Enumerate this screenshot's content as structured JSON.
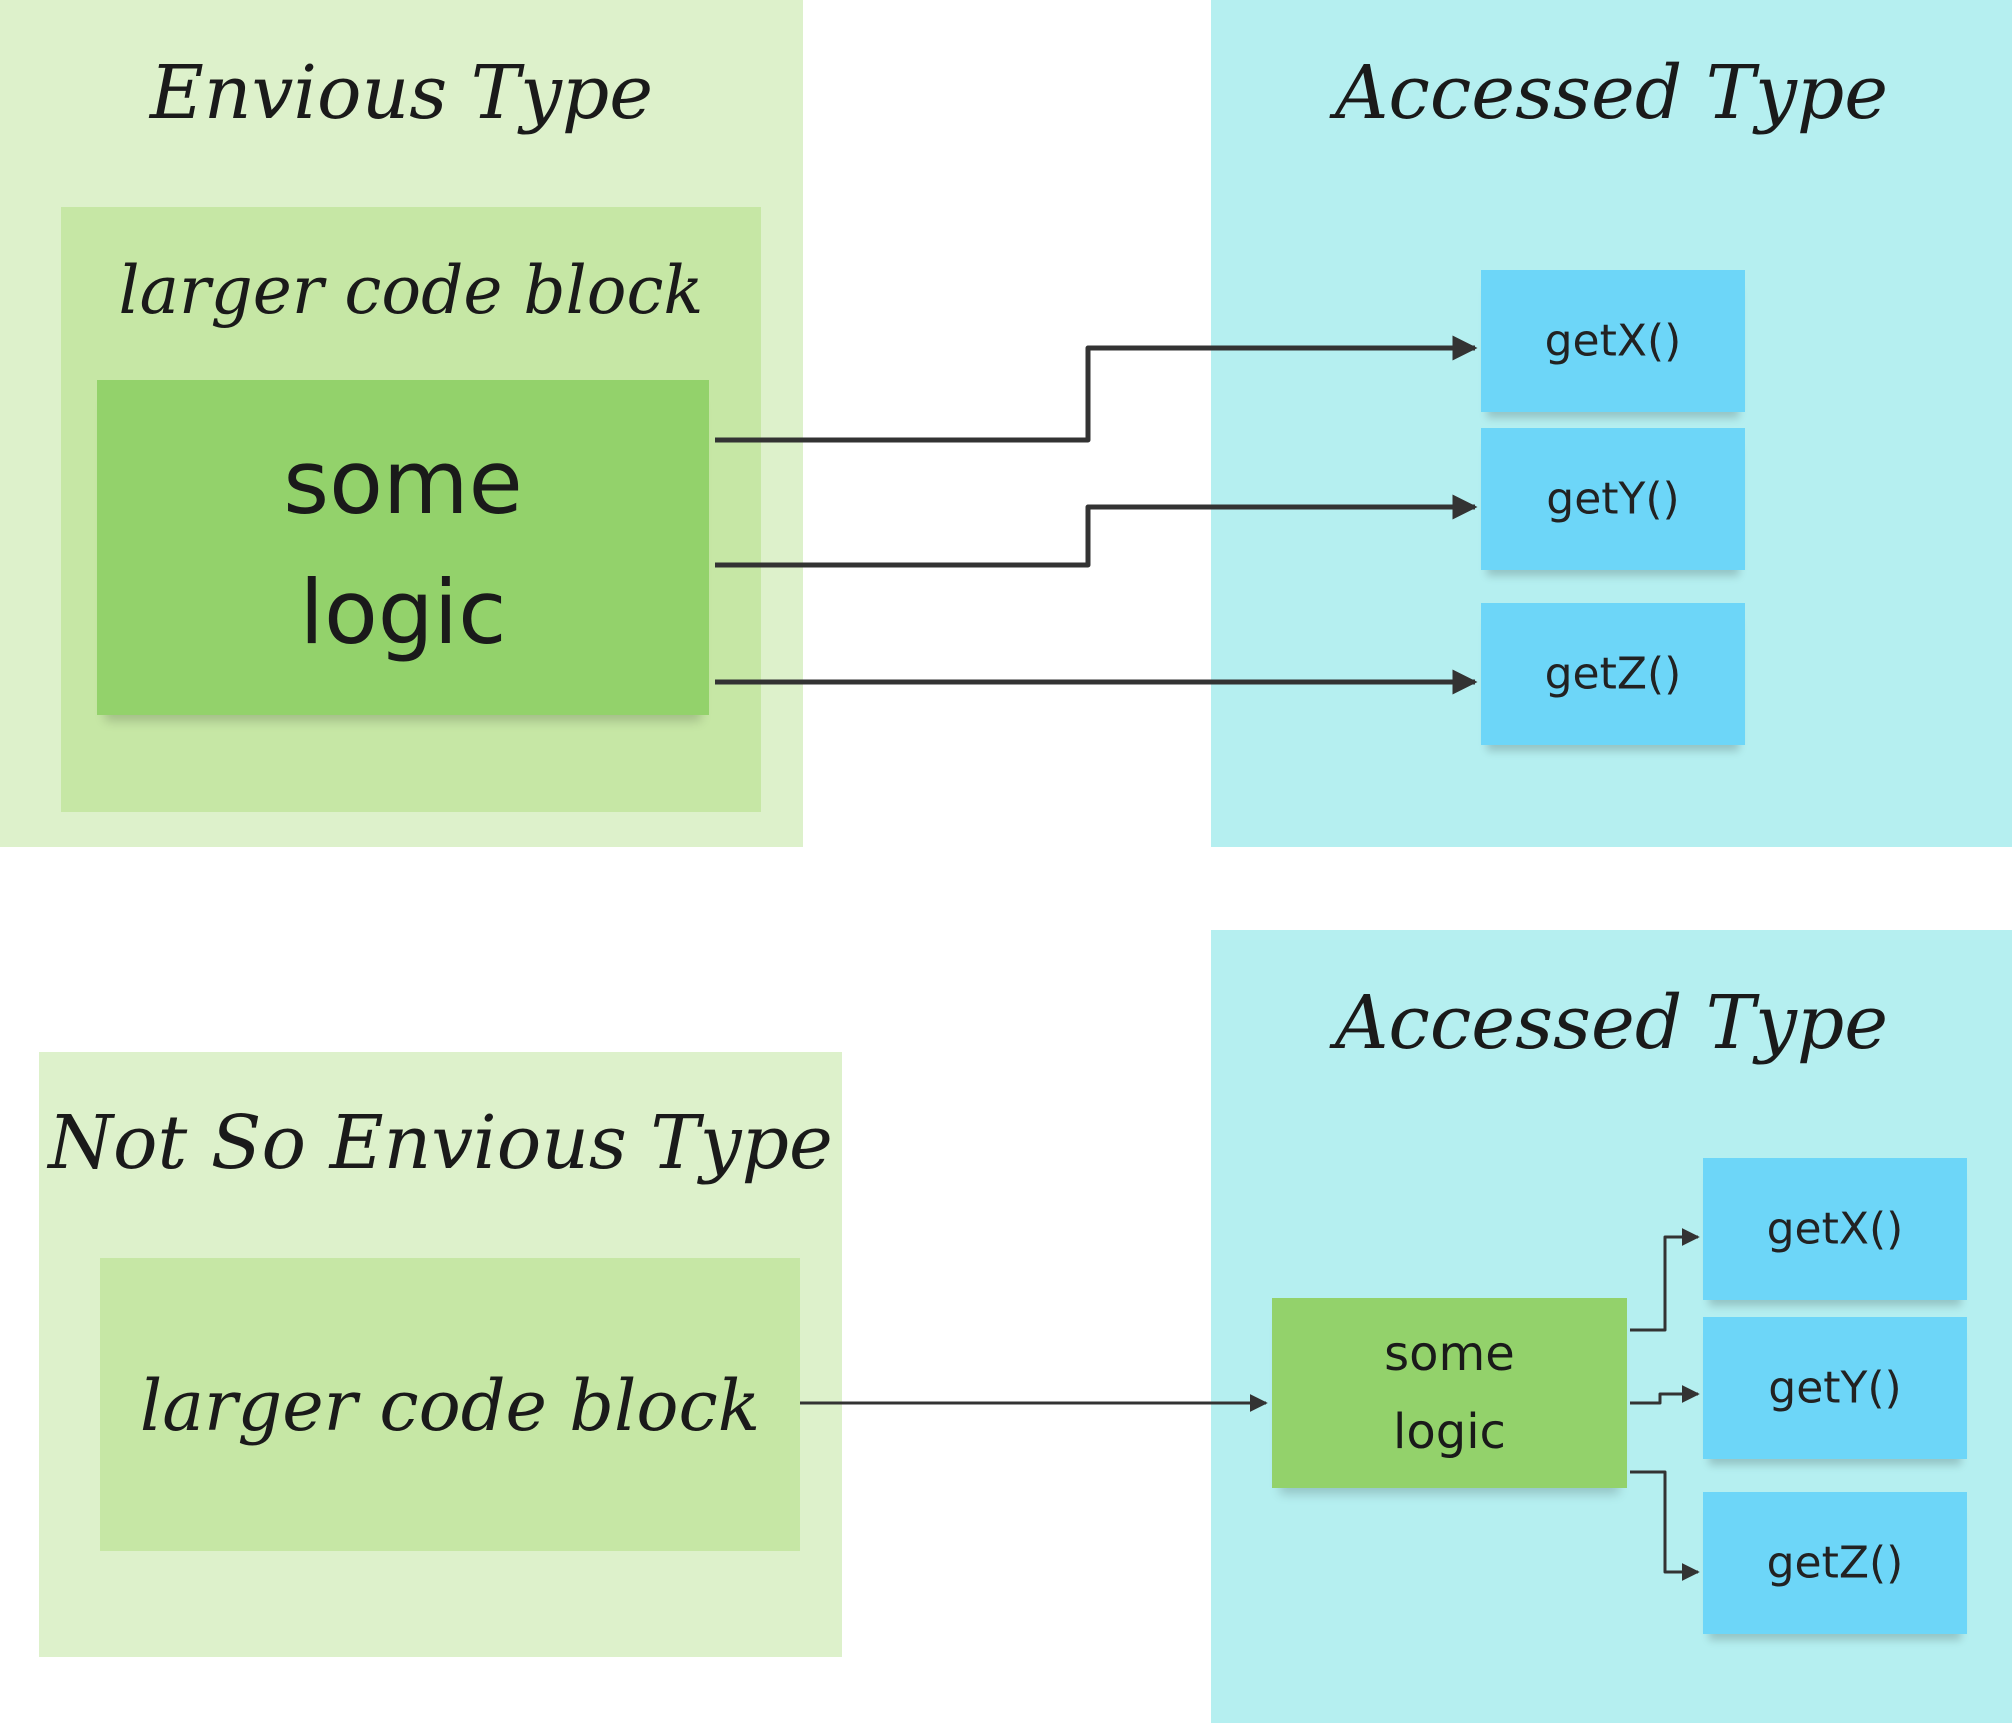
{
  "top": {
    "envious_title": "Envious Type",
    "larger_code_block": "larger code block",
    "logic_line1": "some",
    "logic_line2": "logic",
    "accessed_title": "Accessed Type",
    "methods": [
      "getX()",
      "getY()",
      "getZ()"
    ]
  },
  "bottom": {
    "not_envious_title": "Not So Envious Type",
    "larger_code_block": "larger code block",
    "accessed_title": "Accessed Type",
    "logic_line1": "some",
    "logic_line2": "logic",
    "methods": [
      "getX()",
      "getY()",
      "getZ()"
    ]
  },
  "colors": {
    "green_region": "#ddf1cb",
    "green_block": "#c6e7a5",
    "green_sticky": "#93d26b",
    "cyan_region": "#b5eff0",
    "blue_sticky": "#6dd6f8",
    "arrow": "#333333"
  }
}
